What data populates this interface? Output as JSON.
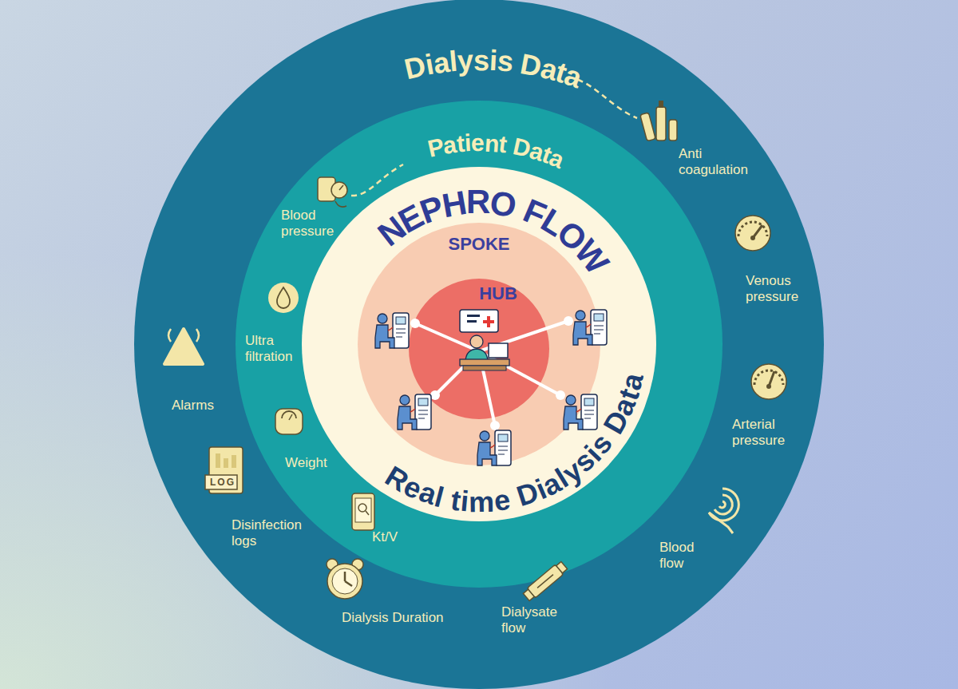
{
  "diagram": {
    "nodes": [
      {
        "text": [
          "Dialysis Data"
        ]
      },
      {
        "text": [
          "Patient Data"
        ],
        "in": 0
      },
      {
        "text": [
          "NEPHRO FLOW",
          "Real time Dialysis Data"
        ],
        "in": 1
      },
      {
        "text": [
          "SPOKE"
        ],
        "in": 2
      },
      {
        "text": [
          "HUB"
        ],
        "in": 3
      }
    ],
    "labels": [
      "Anti coagulation",
      "Venous pressure",
      "Arterial pressure",
      "Blood flow",
      "Dialysate flow",
      "Dialysis Duration",
      "Disinfection logs",
      "Alarms",
      "Blood pressure",
      "Ultra filtration",
      "Weight",
      "Kt/V",
      "LOG"
    ]
  }
}
